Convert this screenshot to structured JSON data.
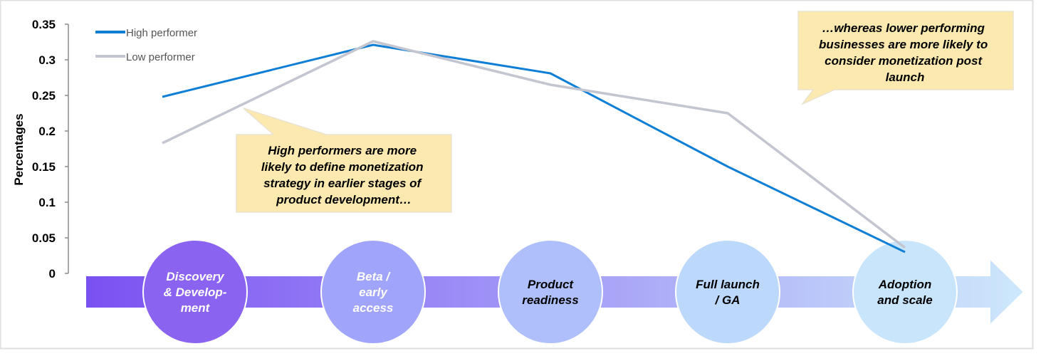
{
  "chart_data": {
    "type": "line",
    "ylabel": "Percentages",
    "ylim": [
      0,
      0.35
    ],
    "y_ticks": [
      "0",
      "0.05",
      "0.1",
      "0.15",
      "0.2",
      "0.25",
      "0.3",
      "0.35"
    ],
    "y_tick_values": [
      0,
      0.05,
      0.1,
      0.15,
      0.2,
      0.25,
      0.3,
      0.35
    ],
    "grid": false,
    "legend_position": "top-left",
    "categories": [
      "Discovery & Development",
      "Beta / early access",
      "Product readiness",
      "Full launch / GA",
      "Adoption and scale"
    ],
    "category_labels": [
      [
        "Discovery",
        "& Develop-",
        "ment"
      ],
      [
        "Beta /",
        "early",
        "access"
      ],
      [
        "Product",
        "readiness"
      ],
      [
        "Full launch",
        "/ GA"
      ],
      [
        "Adoption",
        "and scale"
      ]
    ],
    "series": [
      {
        "name": "High performer",
        "color": "#0F7FD6",
        "values": [
          0.248,
          0.321,
          0.281,
          0.15,
          0.03
        ]
      },
      {
        "name": "Low performer",
        "color": "#C3C5D0",
        "values": [
          0.183,
          0.326,
          0.265,
          0.225,
          0.036
        ]
      }
    ],
    "annotations": [
      [
        "High performers are more",
        "likely to define monetization",
        "strategy in earlier stages of",
        "product development…"
      ],
      [
        "…whereas lower performing",
        "businesses are more likely to",
        "consider monetization post",
        "launch"
      ]
    ]
  },
  "colors": {
    "callout_fill": "#FCE9B0",
    "callout_stroke": "#E9E3D0",
    "arrow_start": "#7B50F2",
    "arrow_end": "#CDE8FB",
    "circle_fills": [
      "#8A63F0",
      "#A0A4FA",
      "#AEBFFB",
      "#BCD8FB",
      "#C9E5FB"
    ],
    "stage_text_colors": [
      "#ffffff",
      "#ffffff",
      "#000000",
      "#000000",
      "#000000"
    ]
  }
}
